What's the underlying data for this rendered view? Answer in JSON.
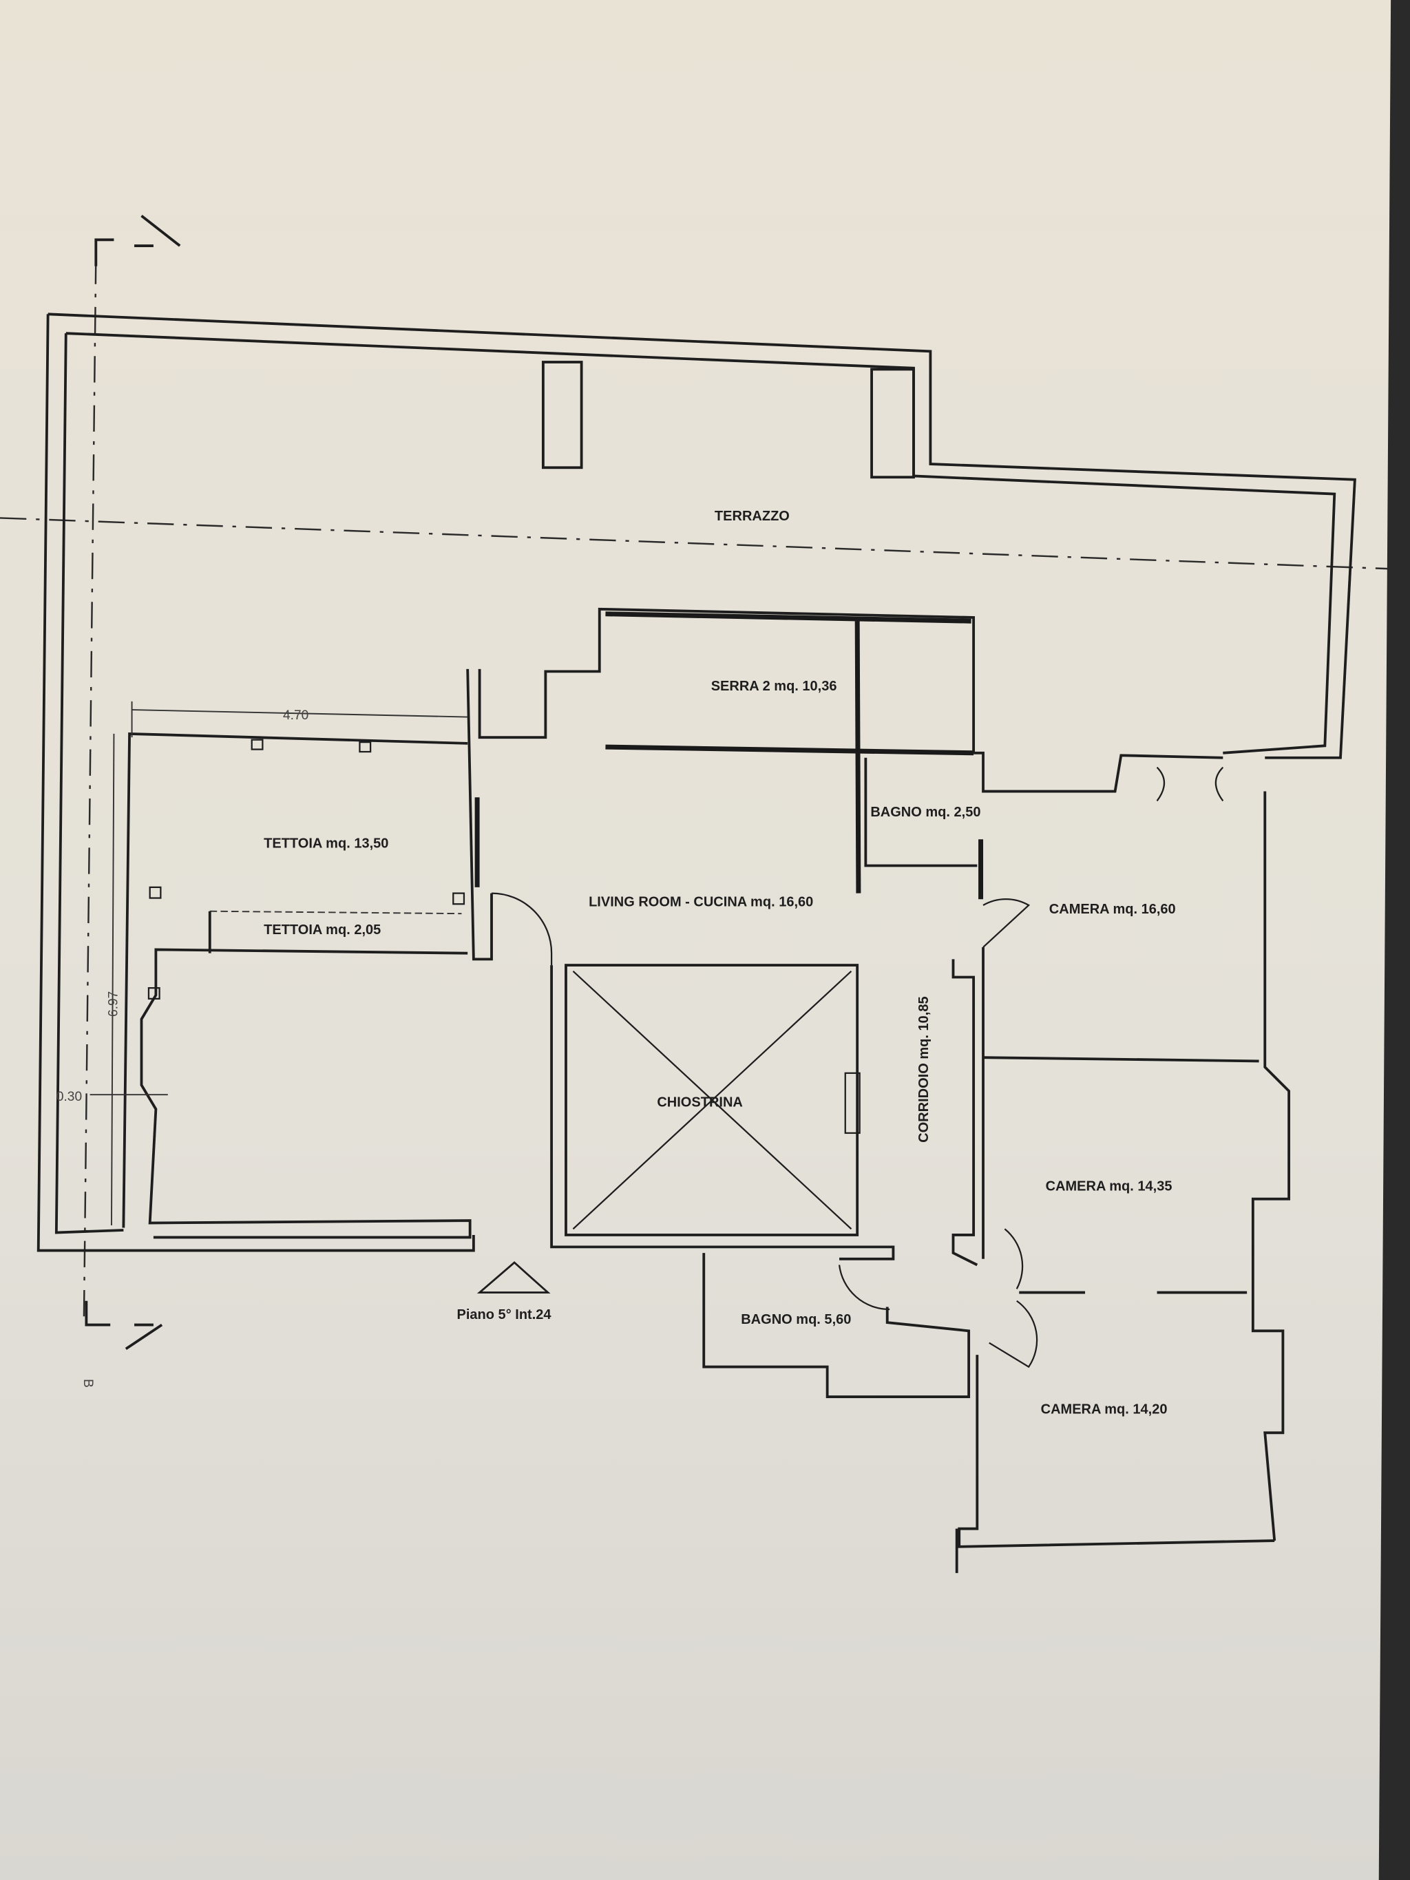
{
  "plan": {
    "caption": "Piano 5° Int.24",
    "section_mark": "B",
    "rooms": {
      "terrazzo": "TERRAZZO",
      "serra": "SERRA 2 mq. 10,36",
      "bagno_small": "BAGNO mq. 2,50",
      "living": "LIVING ROOM - CUCINA mq. 16,60",
      "tettoia_large": "TETTOIA mq. 13,50",
      "tettoia_small": "TETTOIA mq. 2,05",
      "chiostrina": "CHIOSTRINA",
      "corridoio": "CORRIDOIO mq. 10,85",
      "camera_1": "CAMERA mq. 16,60",
      "camera_2": "CAMERA mq. 14,35",
      "camera_3": "CAMERA mq. 14,20",
      "bagno_large": "BAGNO mq. 5,60"
    },
    "dimensions": {
      "width": "4.70",
      "height": "6.97",
      "offset": "0.30"
    },
    "colors": {
      "paper": "#e6e2d8",
      "ink": "#1e1e1e"
    }
  }
}
